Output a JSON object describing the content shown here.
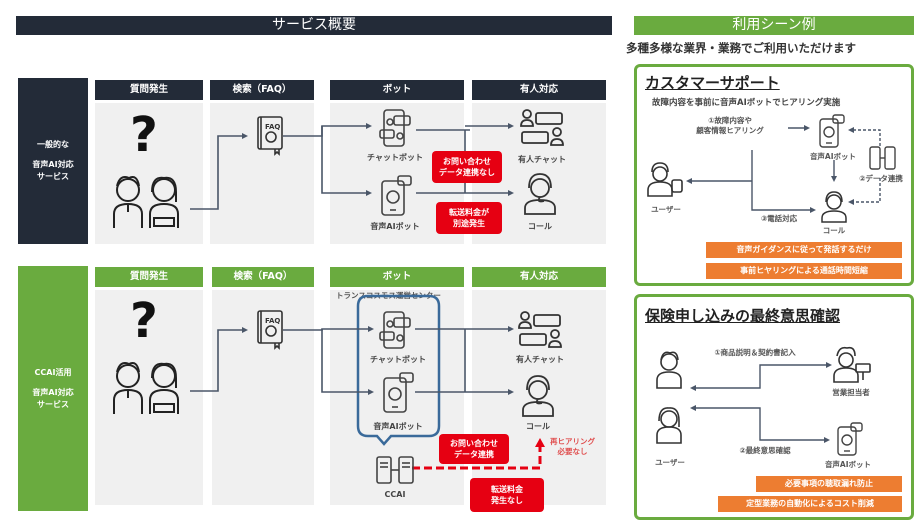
{
  "overview": {
    "title": "サービス概要",
    "columns": [
      "質問発生",
      "検索（FAQ）",
      "ボット",
      "有人対応"
    ],
    "row_general": {
      "label_line1": "一般的な",
      "label_line2": "音声AI対応",
      "label_line3": "サービス",
      "chatbot_label": "チャットボット",
      "voicebot_label": "音声AIボット",
      "human_chat_label": "有人チャット",
      "call_label": "コール",
      "callout_no_data_l1": "お問い合わせ",
      "callout_no_data_l2": "データ連携なし",
      "callout_fee_l1": "転送料金が",
      "callout_fee_l2": "別途発生"
    },
    "row_ccai": {
      "label_line1": "CCAI活用",
      "label_line2": "音声AI対応",
      "label_line3": "サービス",
      "center_label": "トランスコスモス運営センター",
      "chatbot_label": "チャットボット",
      "voicebot_label": "音声AIボット",
      "human_chat_label": "有人チャット",
      "call_label": "コール",
      "ccai_label": "CCAI",
      "callout_data_l1": "お問い合わせ",
      "callout_data_l2": "データ連携",
      "callout_fee_l1": "転送料金",
      "callout_fee_l2": "発生なし",
      "rehearing_l1": "再ヒアリング",
      "rehearing_l2": "必要なし"
    },
    "faq_icon_text": "FAQ"
  },
  "usecases": {
    "title": "利用シーン例",
    "subtitle": "多種多様な業界・業務でご利用いただけます",
    "customer_support": {
      "title": "カスタマーサポート",
      "subtitle": "故障内容を事前に音声AIボットでヒアリング実施",
      "step1_l1": "①故障内容や",
      "step1_l2": "顧客情報ヒアリング",
      "voicebot_label": "音声AIボット",
      "step2": "②データ連携",
      "user_label": "ユーザー",
      "step3": "③電話対応",
      "call_label": "コール",
      "benefit1": "音声ガイダンスに従って発話するだけ",
      "benefit2": "事前ヒヤリングによる通話時間短縮"
    },
    "insurance": {
      "title": "保険申し込みの最終意思確認",
      "step1": "①商品説明＆契約書記入",
      "sales_label": "営業担当者",
      "step2": "②最終意思確認",
      "user_label": "ユーザー",
      "voicebot_label": "音声AIボット",
      "benefit1": "必要事項の聴取漏れ防止",
      "benefit2": "定型業務の自動化によるコスト削減"
    }
  },
  "colors": {
    "dark": "#232b38",
    "green": "#6aab3f",
    "red": "#e60012",
    "orange": "#ed7d31",
    "blue_frame": "#3a6a9a",
    "arrow": "#4a5668"
  }
}
